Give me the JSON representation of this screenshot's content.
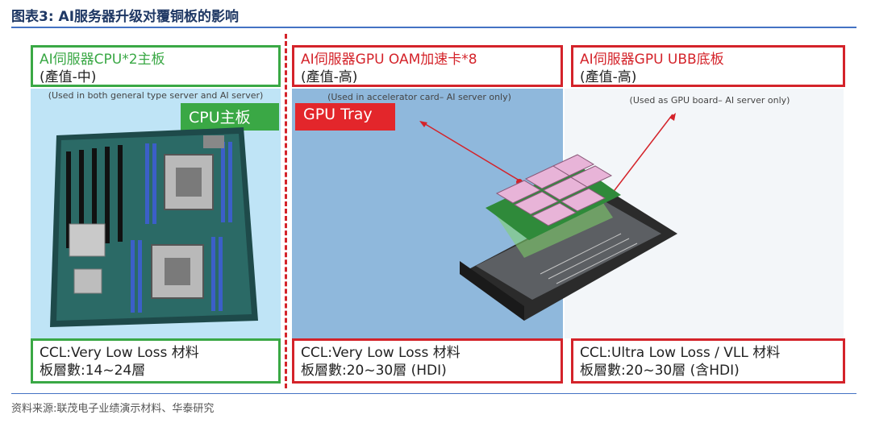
{
  "figure": {
    "title": "图表3:  AI服务器升级对覆铜板的影响",
    "source": "资料来源:联茂电子业绩演示材料、华泰研究"
  },
  "panels": [
    {
      "header_line1": "AI伺服器CPU*2主板",
      "header_line2": "(產值-中)",
      "note": "(Used in both general type server and AI server)",
      "tag": "CPU主板",
      "ccl": "CCL:Very Low Loss 材料",
      "layers": "板層數:14~24層"
    },
    {
      "header_line1": "AI伺服器GPU OAM加速卡*8",
      "header_line2": "(產值-高)",
      "note": "(Used in accelerator card– AI server only)",
      "tag": "GPU Tray",
      "ccl": "CCL:Very Low Loss 材料",
      "layers": "板層數:20~30層 (HDI)"
    },
    {
      "header_line1": "AI伺服器GPU UBB底板",
      "header_line2": "(產值-高)",
      "note": "(Used as GPU board– AI server only)",
      "ccl": "CCL:Ultra Low Loss / VLL 材料",
      "layers": "板層數:20~30層 (含HDI)"
    }
  ],
  "colors": {
    "accent_green": "#3aa845",
    "accent_red": "#d4232a",
    "title_blue": "#1f3864"
  },
  "icons": [
    "motherboard-illustration",
    "gpu-tray-illustration",
    "pointer-arrow"
  ]
}
